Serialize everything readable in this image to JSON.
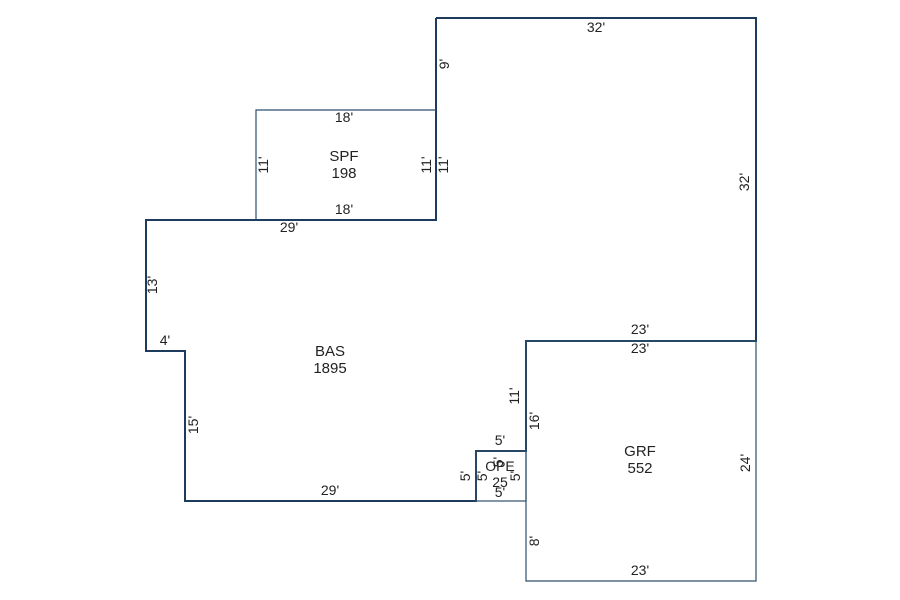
{
  "areas": {
    "bas": {
      "code": "BAS",
      "sqft": "1895"
    },
    "spf": {
      "code": "SPF",
      "sqft": "198"
    },
    "grf": {
      "code": "GRF",
      "sqft": "552"
    },
    "ope": {
      "code": "OPE",
      "sqft": "25"
    }
  },
  "dimensions": {
    "top_upper": "32'",
    "left_upper_step": "9'",
    "right_upper": "32'",
    "spf_top": "18'",
    "spf_left": "11'",
    "spf_right_a": "11'",
    "spf_right_b": "11'",
    "spf_bottom": "18'",
    "bas_top": "29'",
    "bas_left": "13'",
    "bas_notch": "4'",
    "bas_lower_left": "15'",
    "bas_bottom": "29'",
    "grf_top_outer": "23'",
    "grf_top_inner": "23'",
    "grf_left_upper": "11'",
    "grf_left_mid": "16'",
    "grf_right": "24'",
    "grf_left_lower": "8'",
    "grf_bottom": "23'",
    "ope_top": "5'",
    "ope_left": "5'",
    "ope_inner_left": "5'",
    "ope_inner_top": "5'",
    "ope_right": "5'",
    "ope_bottom": "5'"
  }
}
